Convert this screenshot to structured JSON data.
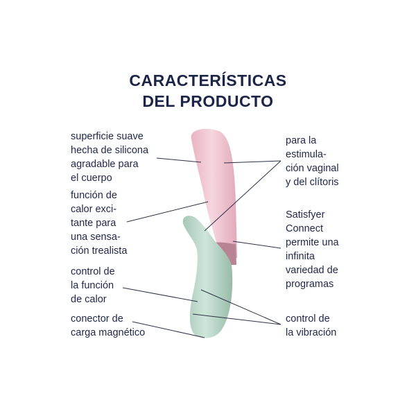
{
  "title": {
    "line1": "CARACTERÍSTICAS",
    "line2": "DEL PRODUCTO"
  },
  "left_labels": [
    {
      "lines": [
        "superficie suave",
        "hecha de silicona",
        "agradable para",
        "el cuerpo"
      ]
    },
    {
      "lines": [
        "función de",
        "calor exci-",
        "tante para",
        "una sensa-",
        "ción trealista"
      ]
    },
    {
      "lines": [
        "control de",
        "la función",
        "de calor"
      ]
    },
    {
      "lines": [
        "conector de",
        "carga magnético"
      ]
    }
  ],
  "right_labels": [
    {
      "lines": [
        "para la",
        "estimula-",
        "ción vaginal",
        "y del clítoris"
      ]
    },
    {
      "lines": [
        "Satisfyer",
        "Connect",
        "permite una",
        "infinita",
        "variedad de",
        "programas"
      ]
    },
    {
      "lines": [
        "control de",
        "la vibración"
      ]
    }
  ],
  "colors": {
    "text": "#1f2747",
    "pink": "#f0c6d2",
    "mint": "#b9d6c8"
  }
}
